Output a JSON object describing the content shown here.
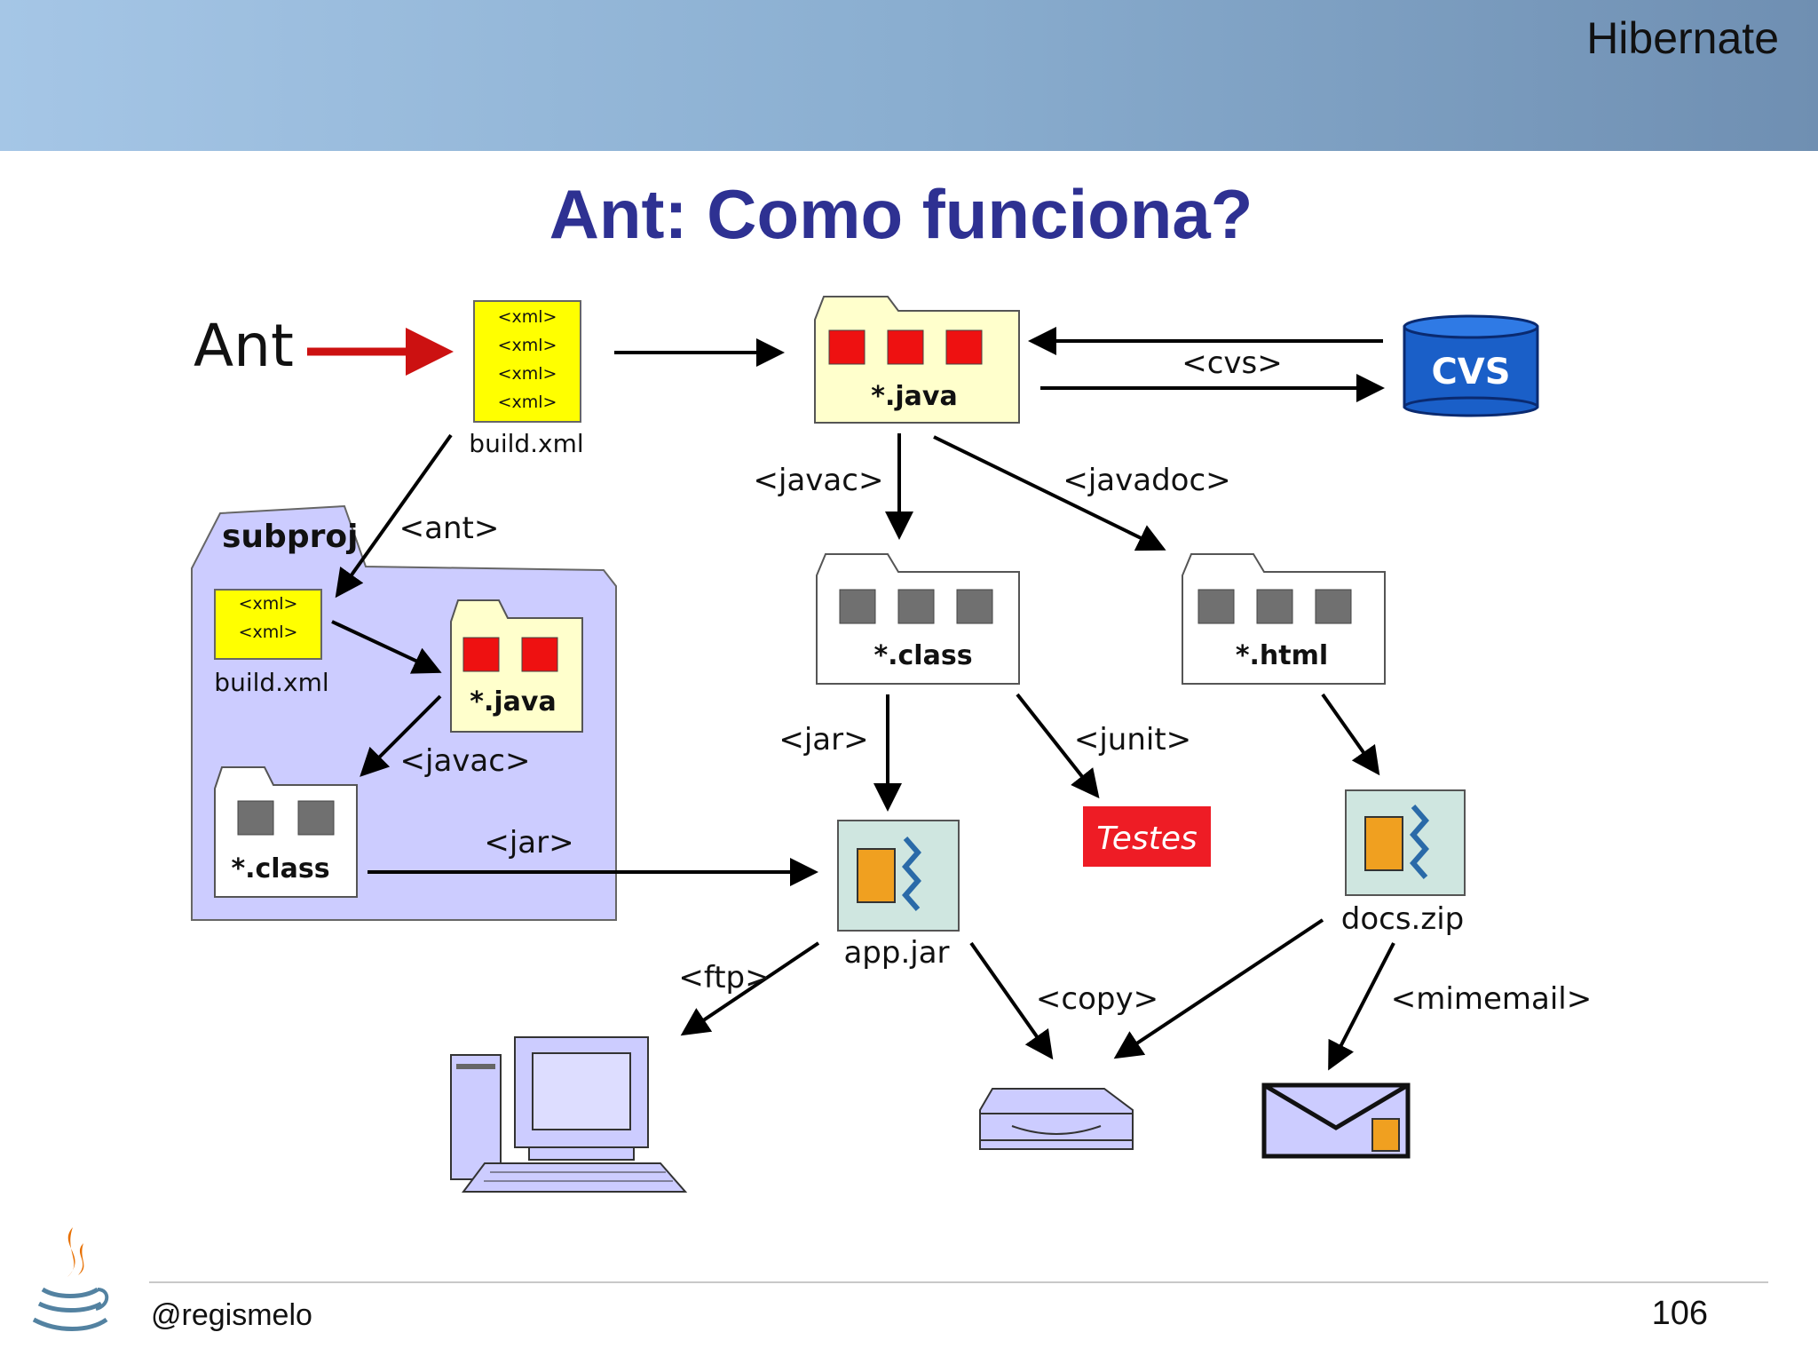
{
  "header": {
    "title": "Hibernate"
  },
  "slide": {
    "title": "Ant: Como funciona?"
  },
  "diagram": {
    "ant_label": "Ant",
    "xml_tag": "<xml>",
    "build_xml": "build.xml",
    "java_files": "*.java",
    "cvs_db": "CVS",
    "cvs_task": "<cvs>",
    "javac_task": "<javac>",
    "javadoc_task": "<javadoc>",
    "ant_task": "<ant>",
    "subproj": "subproj",
    "sub_build_xml": "build.xml",
    "sub_java": "*.java",
    "sub_javac": "<javac>",
    "sub_class": "*.class",
    "sub_jar": "<jar>",
    "class_files": "*.class",
    "html_files": "*.html",
    "jar_task": "<jar>",
    "junit_task": "<junit>",
    "testes": "Testes",
    "app_jar": "app.jar",
    "docs_zip": "docs.zip",
    "ftp_task": "<ftp>",
    "copy_task": "<copy>",
    "mimemail_task": "<mimemail>"
  },
  "footer": {
    "author": "@regismelo",
    "page": "106"
  },
  "colors": {
    "title": "#2e3192",
    "xml": "#ffff00",
    "cvs": "#1a5fc8",
    "testes": "#ee1c25",
    "subproj": "#ccccff",
    "red_square": "#ee1111"
  }
}
